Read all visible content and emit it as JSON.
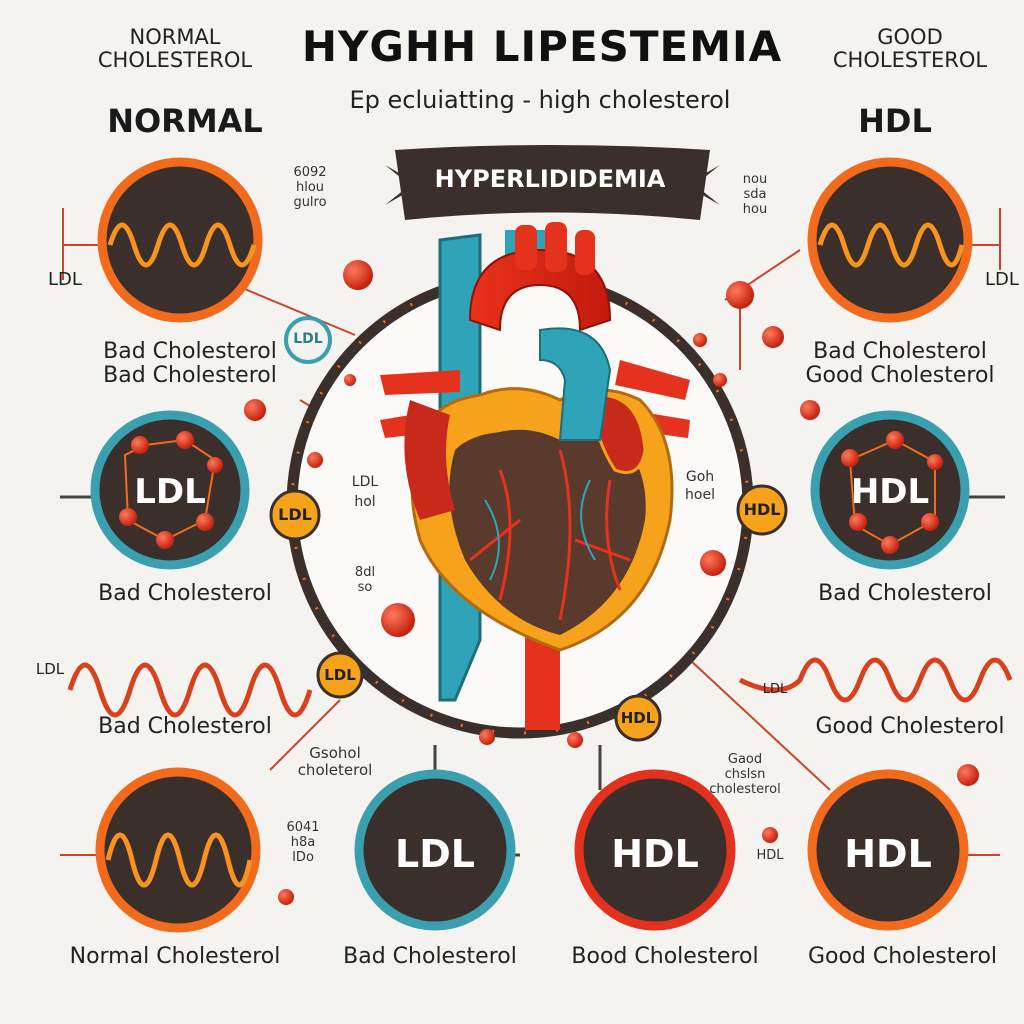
{
  "header": {
    "left_caption": "NORMAL\nCHOLESTEROL",
    "title": "HYGHH LIPESTEMIA",
    "right_caption": "GOOD\nCHOLESTEROL",
    "subtitle": "Ep ecluiatting  -  high cholesterol"
  },
  "banner": {
    "text": "HYPERLIDIDEMIA"
  },
  "sections": {
    "left": "NORMAL",
    "right": "HDL"
  },
  "labels": {
    "ldl_left_top": "LDL",
    "ldl_right_top": "LDL",
    "bad_chol_pair_1": "Bad Cholesterol",
    "bad_chol_pair_2": "Bad Cholesterol",
    "right_pair_1": "Bad Cholesterol",
    "right_pair_2": "Good Cholesterol",
    "mid_left": "Bad Cholesterol",
    "mid_right": "Bad Cholesterol",
    "wave_left_label": "Bad Cholesterol",
    "wave_right_label": "Good Cholesterol",
    "wave_left_tag": "LDL",
    "wave_right_tag": "LDL",
    "bottom_1": "Normal Cholesterol",
    "bottom_2": "Bad Cholesterol",
    "bottom_3": "Bood Cholesterol",
    "bottom_4": "Good Cholesterol",
    "lower_mid_left": "Gsohol\ncholeterol",
    "lower_mid_right": "Gaod\nchslsn\ncholesterol",
    "inner_left": "LDL\nhol",
    "inner_right": "Goh\nhoel",
    "tiny_left_top": "6092\nhlou\ngulro",
    "tiny_right_top": "nou\nsda\nhou",
    "tiny_bottom_left": "6041\nh8a\nIDo",
    "tiny_bottom_right": "HDL",
    "tiny_mid": "8dl\nso"
  },
  "badges": {
    "ldl_circle_left": "LDL",
    "hdl_circle_right": "HDL",
    "bottom_ldl": "LDL",
    "bottom_hdl": "HDL",
    "bottom_hdl_right": "HDL",
    "node_left": "LDL",
    "node_right": "HDL",
    "node_bottom_left": "LDL",
    "node_bottom_right": "HDL",
    "node_teal": "LDL"
  },
  "colors": {
    "orange": "#f26b1d",
    "dark": "#3b2f2c",
    "teal": "#3a9fae",
    "red": "#d9301c",
    "yellow": "#f6a21b",
    "bg": "#f4f3f0"
  }
}
